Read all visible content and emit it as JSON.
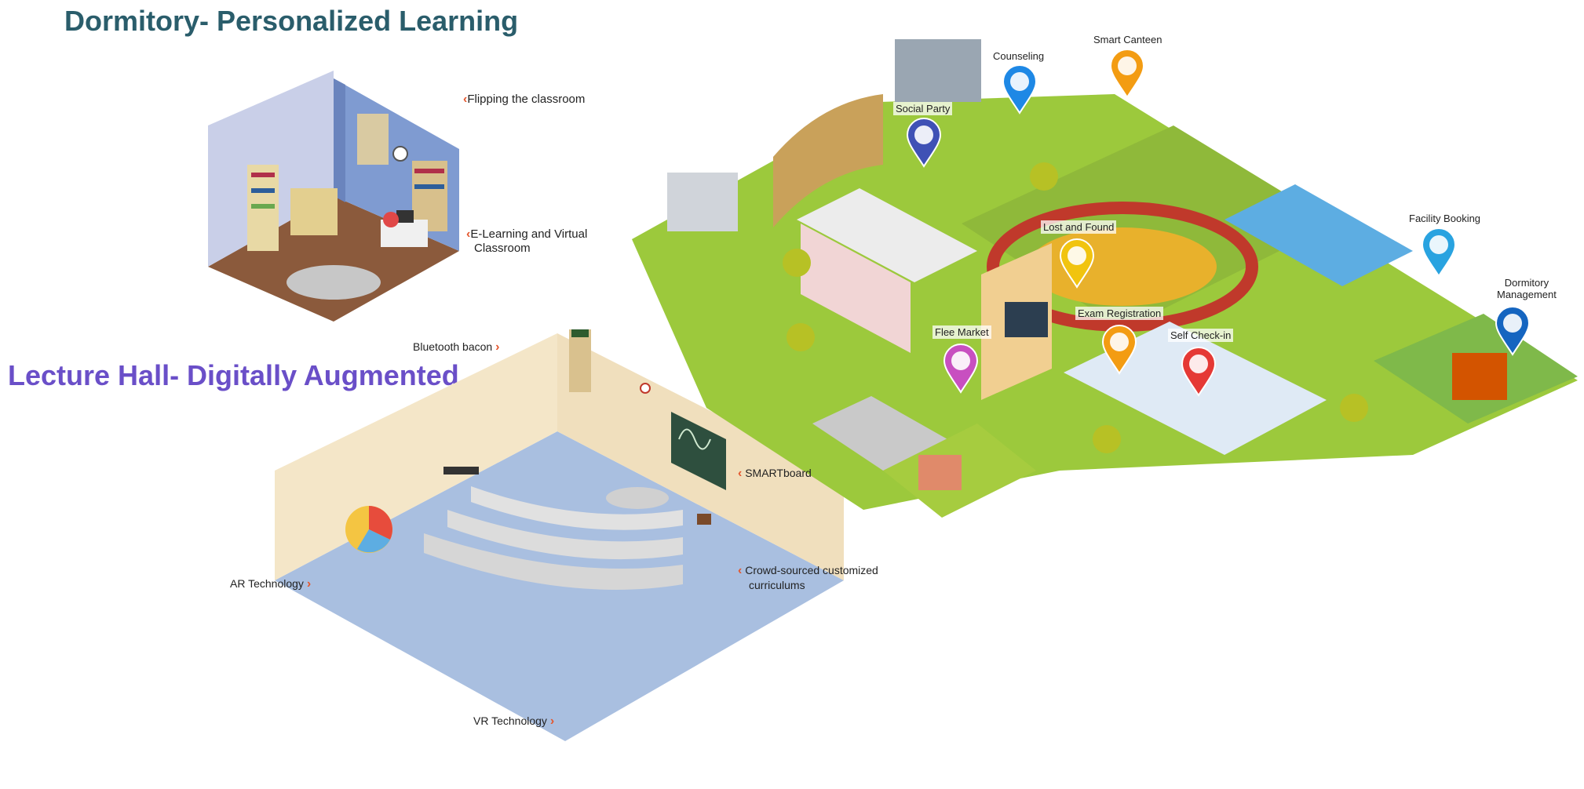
{
  "titles": {
    "dormitory": "Dormitory- Personalized Learning",
    "lecture_hall": "Lecture Hall- Digitally Augmented"
  },
  "colors": {
    "dormitory_title": "#2a5d6b",
    "lecture_title": "#6a4fc8",
    "callout_arrow": "#e4572e",
    "lecture_floor": "#a9bfe0",
    "lecture_wall": "#f4e6c8",
    "campus_grass": "#9cc93c",
    "campus_track": "#c0392b"
  },
  "dormitory_features": [
    {
      "text": "Flipping the classroom",
      "arrow": "left"
    },
    {
      "text": "E-Learning and Virtual",
      "text2": "Classroom",
      "arrow": "left"
    }
  ],
  "lecture_features": [
    {
      "text": "Bluetooth bacon",
      "arrow": "right"
    },
    {
      "text": "SMARTboard",
      "arrow": "left"
    },
    {
      "text": "Crowd-sourced customized",
      "text2": "curriculums",
      "arrow": "left"
    },
    {
      "text": "AR Technology",
      "arrow": "right"
    },
    {
      "text": "VR Technology",
      "arrow": "right"
    }
  ],
  "campus_pins": [
    {
      "label": "Counseling",
      "color": "#1e88e5",
      "icon": "shield-icon"
    },
    {
      "label": "Smart Canteen",
      "color": "#f39c12",
      "icon": "utensils-icon"
    },
    {
      "label": "Social Party",
      "color": "#3f51b5",
      "icon": "party-icon"
    },
    {
      "label": "Facility Booking",
      "color": "#29a3e0",
      "icon": "calendar-icon"
    },
    {
      "label": "Lost and Found",
      "color": "#f1c40f",
      "icon": "box-icon"
    },
    {
      "label": "Dormitory",
      "label2": "Management",
      "color": "#1565c0",
      "icon": "building-icon"
    },
    {
      "label": "Exam Registration",
      "color": "#f39c12",
      "icon": "pencil-icon"
    },
    {
      "label": "Self Check-in",
      "color": "#e53935",
      "icon": "tools-icon"
    },
    {
      "label": "Flee Market",
      "color": "#c84fc0",
      "icon": "store-icon"
    }
  ]
}
